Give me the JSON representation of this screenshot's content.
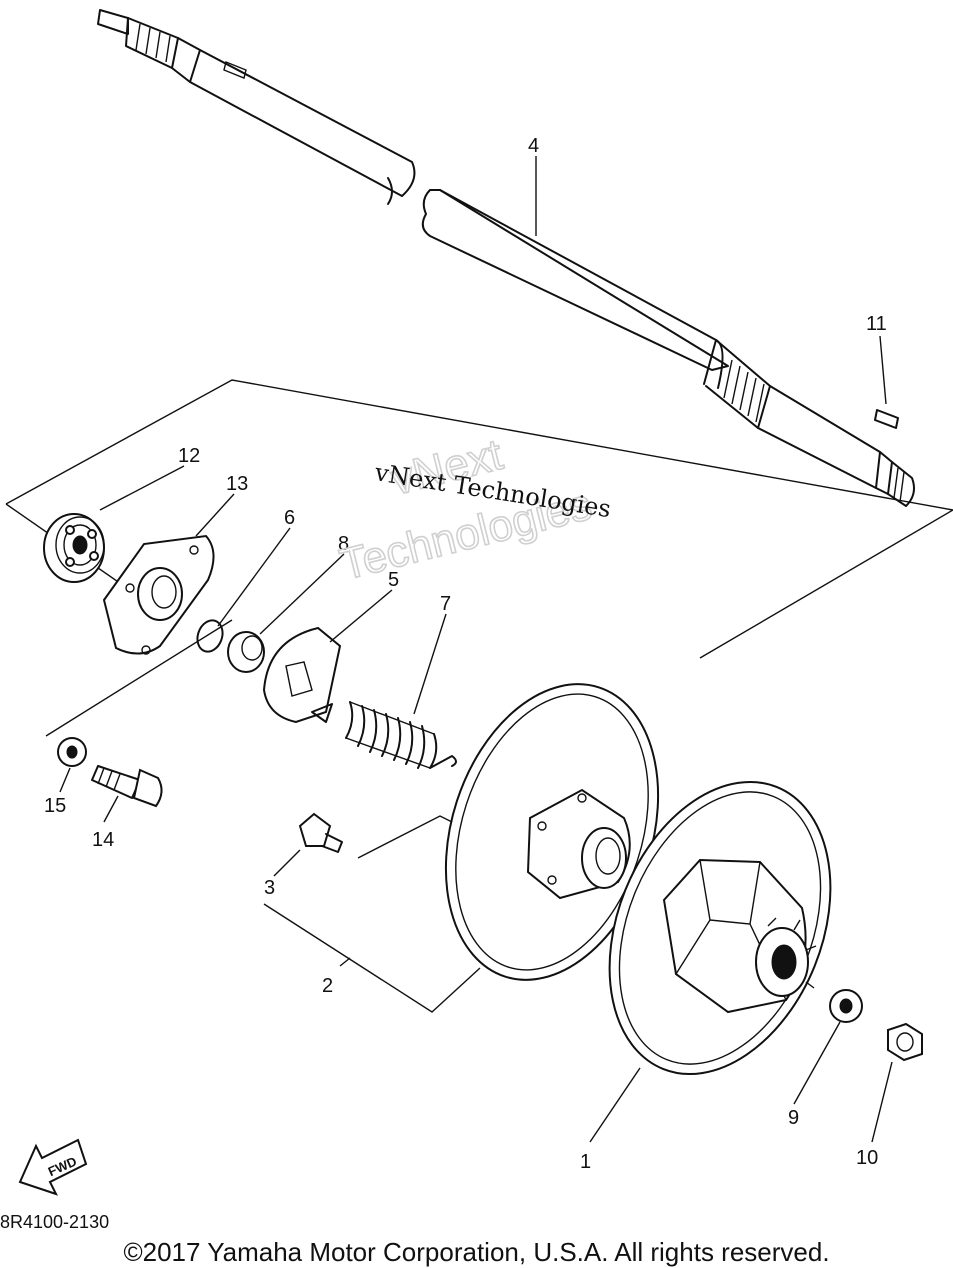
{
  "callouts": {
    "p1": "1",
    "p2": "2",
    "p3": "3",
    "p4": "4",
    "p5": "5",
    "p6": "6",
    "p7": "7",
    "p8": "8",
    "p9": "9",
    "p10": "10",
    "p11": "11",
    "p12": "12",
    "p13": "13",
    "p14": "14",
    "p15": "15"
  },
  "fwd_label": "FWD",
  "watermark": {
    "line1": "vNext",
    "line2": "Technologies",
    "inline": "vNext Technologies"
  },
  "part_code": "8R4100-2130",
  "copyright": "©2017 Yamaha Motor Corporation, U.S.A. All rights reserved."
}
